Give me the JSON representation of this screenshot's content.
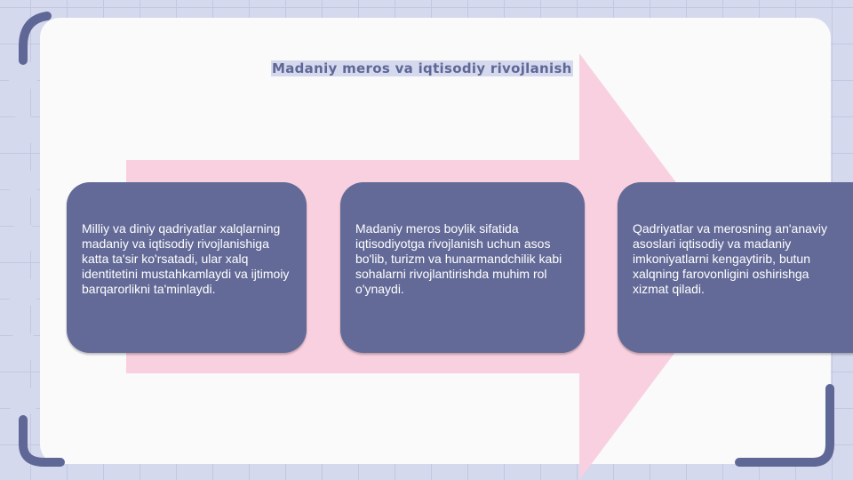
{
  "slide": {
    "title": "Madaniy meros va iqtisodiy rivojlanish",
    "boxes": [
      {
        "text": "Milliy va diniy qadriyatlar xalqlarning madaniy va iqtisodiy rivojlanishiga katta ta'sir ko'rsatadi, ular xalq identitetini mustahkamlaydi va ijtimoiy barqarorlikni ta'minlaydi."
      },
      {
        "text": "Madaniy meros boylik sifatida iqtisodiyotga rivojlanish uchun asos bo'lib, turizm va hunarmandchilik kabi sohalarni rivojlantirishda muhim rol o'ynaydi."
      },
      {
        "text": "Qadriyatlar va merosning an'anaviy asoslari iqtisodiy va madaniy imkoniyatlarni kengaytirib, butun xalqning farovonligini oshirishga xizmat qiladi."
      }
    ]
  },
  "colors": {
    "accent": "#636a97",
    "arrow": "#f9d0df",
    "card": "#fafafa",
    "background": "#d5d9ee"
  }
}
